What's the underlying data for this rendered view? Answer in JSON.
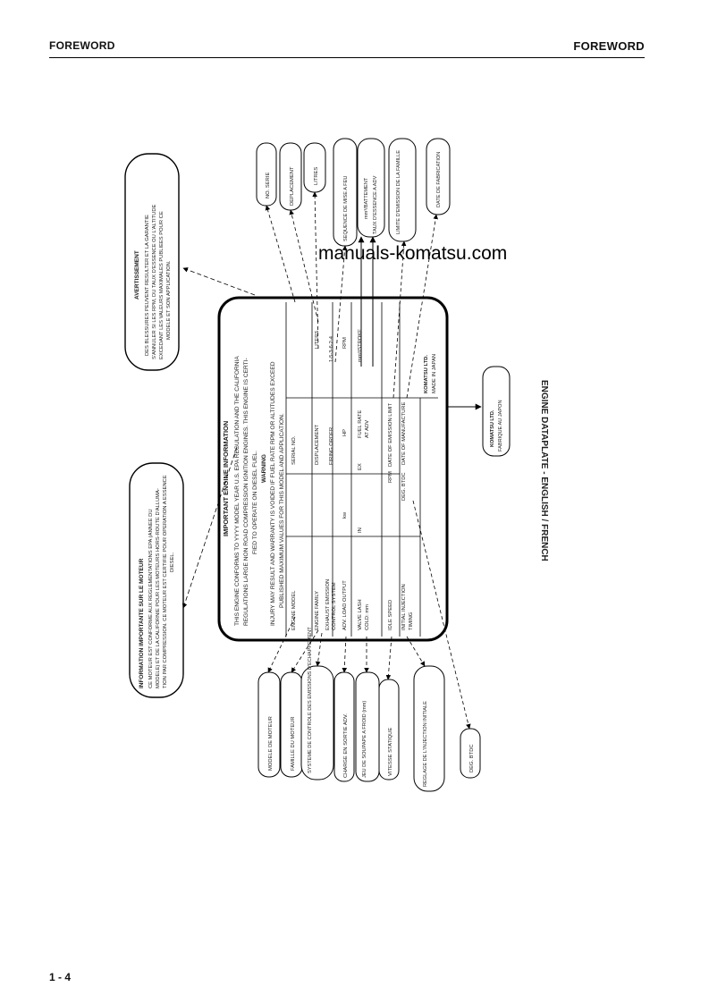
{
  "header": {
    "left_title": "FOREWORD",
    "right_title": "FOREWORD"
  },
  "footer": {
    "page_number": "1 - 4"
  },
  "watermark": "manuals-komatsu.com",
  "figure": {
    "caption": "ENGINE DATAPLATE - ENGLISH / FRENCH",
    "plate": {
      "title": "IMPORTANT ENGINE INFORMATION",
      "intro": [
        "THIS ENGINE CONFORMS TO YYYY MODEL YEAR U.S. EPA REGULATION AND THE CALIFORNIA",
        "REGULATIONS LARGE NON ROAD COMPRESSION IGNITION ENGINES. THIS ENGINE IS CERTI-",
        "FIED TO OPERATE ON DIESEL FUEL."
      ],
      "warning_title": "WARNING",
      "warning": [
        "INJURY MAY RESULT AND WARRANTY IS VOIDED IF FUEL RATE RPM OR ALTITUDES EXCEED",
        "PUBLISHED MAXIMUM VALUES FOR THIS MODEL AND APPLICATION."
      ],
      "rows": [
        {
          "label": "ENGINE MODEL",
          "mid1": "",
          "key": "SERIAL NO.",
          "val": ""
        },
        {
          "label": "ENGINE FAMILY",
          "mid1": "",
          "key": "DISPLACEMENT",
          "val": "LITERS"
        },
        {
          "label": "EXHAUST EMISSION",
          "label2": "CONTROL SYSTEM",
          "mid1": "",
          "key": "FIRING ORDER",
          "val": "1-5-3-6-2-4"
        },
        {
          "label": "ADV. LOAD OUTPUT",
          "mid1": "kw",
          "mid2": "HP",
          "key": "",
          "val": "RPM"
        },
        {
          "label": "VALVE LASH",
          "label2": "COLD: mm",
          "mid1": "IN",
          "mid2": "EX",
          "key": "FUEL RATE",
          "key2": "AT ADV",
          "val": "mm³/STROKE"
        },
        {
          "label": "IDLE SPEED",
          "mid1": "",
          "mid2": "RPM",
          "key": "DATE OF EMISSION LIMIT",
          "val": ""
        },
        {
          "label": "INITIAL INJECTION",
          "label2": "TIMING",
          "mid1": "",
          "mid2": "DEG. BTDC",
          "key": "DATE OF MANUFACTURE",
          "val": ""
        }
      ],
      "maker": "KOMATSU LTD.",
      "made_in": "MADE IN JAPAN"
    },
    "made_in_tag": [
      "KOMATSU LTD.",
      "FABRIQUE AU JAPON"
    ],
    "french_notice_left": {
      "title": "INFORMATION IMPORTANTE SUR LE MOTEUR",
      "lines": [
        "CE MOTEUR EST CONFORME AUX REGLEMENTATIONS EPA (ANNEE DU",
        "MODELE) ET DE LA CALIFORNIE POUR LES MOTEURS HORS-ROUTE D'ALLUMA-",
        "TION PAR COMPRESSION. CE MOTEUR EST CERTIFIE POUR OPERATION A ESSENCE",
        "DIESEL."
      ]
    },
    "french_notice_right": {
      "title": "AVERTISSEMENT",
      "lines": [
        "DES BLESSURES PEUVENT RESULTER ET LA GARANTIE",
        "S'ANNULER SI LES RPM, DU TAUX D'ESSENCE OU L'ALTITUDE",
        "EXCEDANT LES VALEURS MAXIMALES PUBLIEES POUR CE",
        "MODELE ET SON APPLICATION."
      ]
    },
    "bottom_labels": [
      "MODELE DE MOTEUR",
      "FAMILLE DU MOTEUR",
      "SYSTEME DE CONTROLE DES EMISSIONS D'ECHAPPEMENT",
      "CHARGE EN SORTIE ADV.",
      "JEU DE SOUPAPE A FROID (mm)",
      "VITESSE STATIQUE",
      "REGLAGE DE L'INJECTION INITIALE",
      "DEG. BTDC"
    ],
    "top_labels": [
      "NO. SERIE",
      "DEPLACEMENT",
      "LITRES",
      "SEQUENCE DE MISE A FEU",
      "mm³/BATTEMENT",
      "TAUX D'ESSENCE A ADV",
      "LIMITE D'EMISSION DE LA FAMILLE",
      "DATE DE FABRICATION"
    ]
  }
}
